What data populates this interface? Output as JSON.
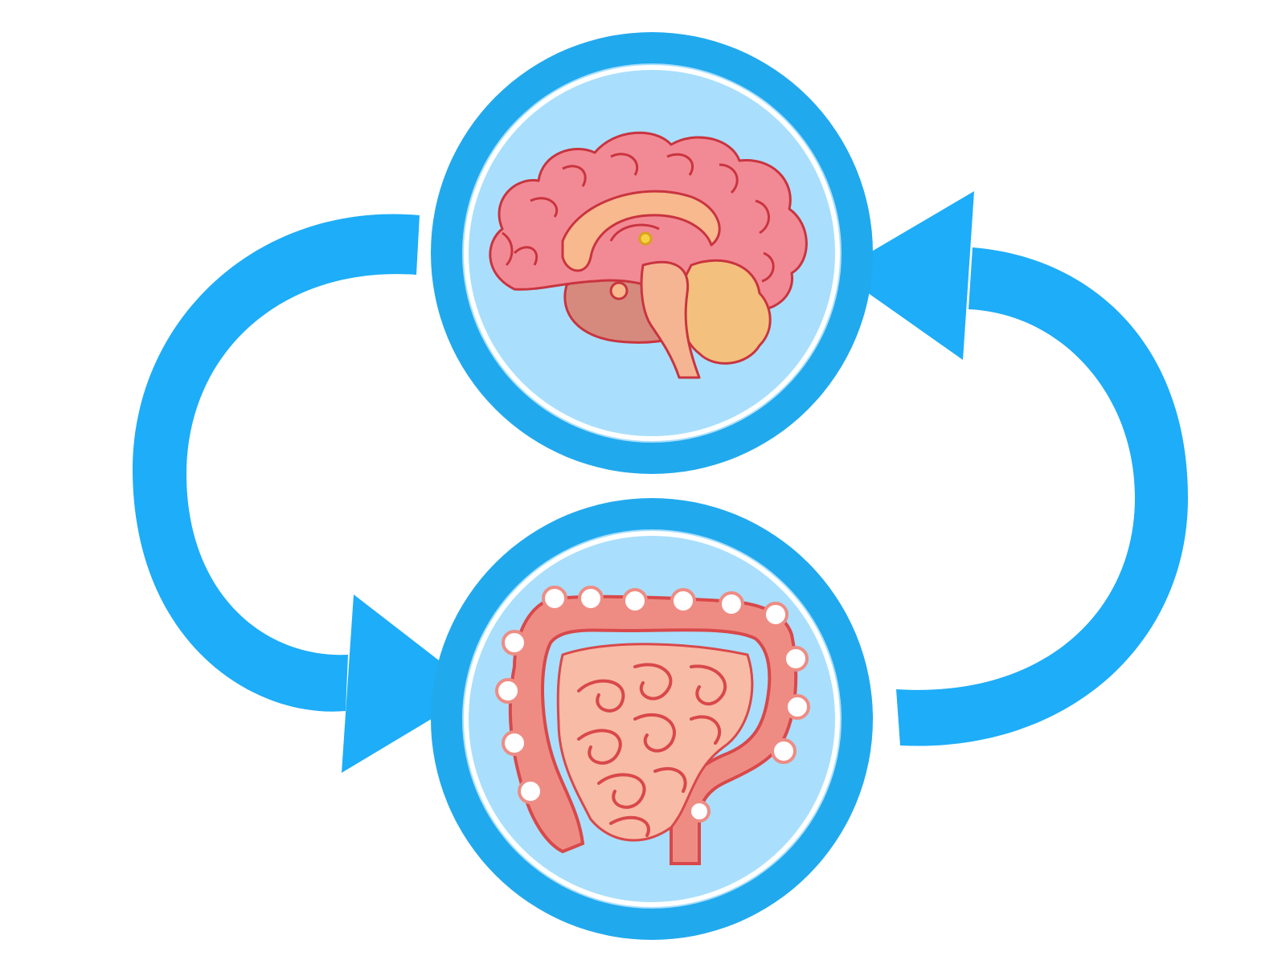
{
  "diagram": {
    "type": "gut-brain-axis-cycle",
    "nodes": [
      {
        "id": "brain",
        "icon": "brain-icon"
      },
      {
        "id": "gut",
        "icon": "intestines-icon"
      }
    ],
    "connections": [
      {
        "from": "brain",
        "to": "gut",
        "side": "left",
        "icon": "arrow-curved-down-icon"
      },
      {
        "from": "gut",
        "to": "brain",
        "side": "right",
        "icon": "arrow-curved-up-icon"
      }
    ]
  },
  "colors": {
    "ring": "#21A9EE",
    "arrow": "#1EADF8",
    "circle_fill": "#A9DFFC",
    "inner_stroke": "#ffffff",
    "brain_cortex": "#F28A95",
    "brain_inner": "#F7B98D",
    "brain_cerebellum": "#F4C07E",
    "brain_stem": "#F6B592",
    "brain_lower": "#D68A7E",
    "brain_outline": "#C9343F",
    "intestine_colon": "#EE8C84",
    "intestine_small": "#F8BBA6",
    "intestine_outline": "#D9484A"
  }
}
